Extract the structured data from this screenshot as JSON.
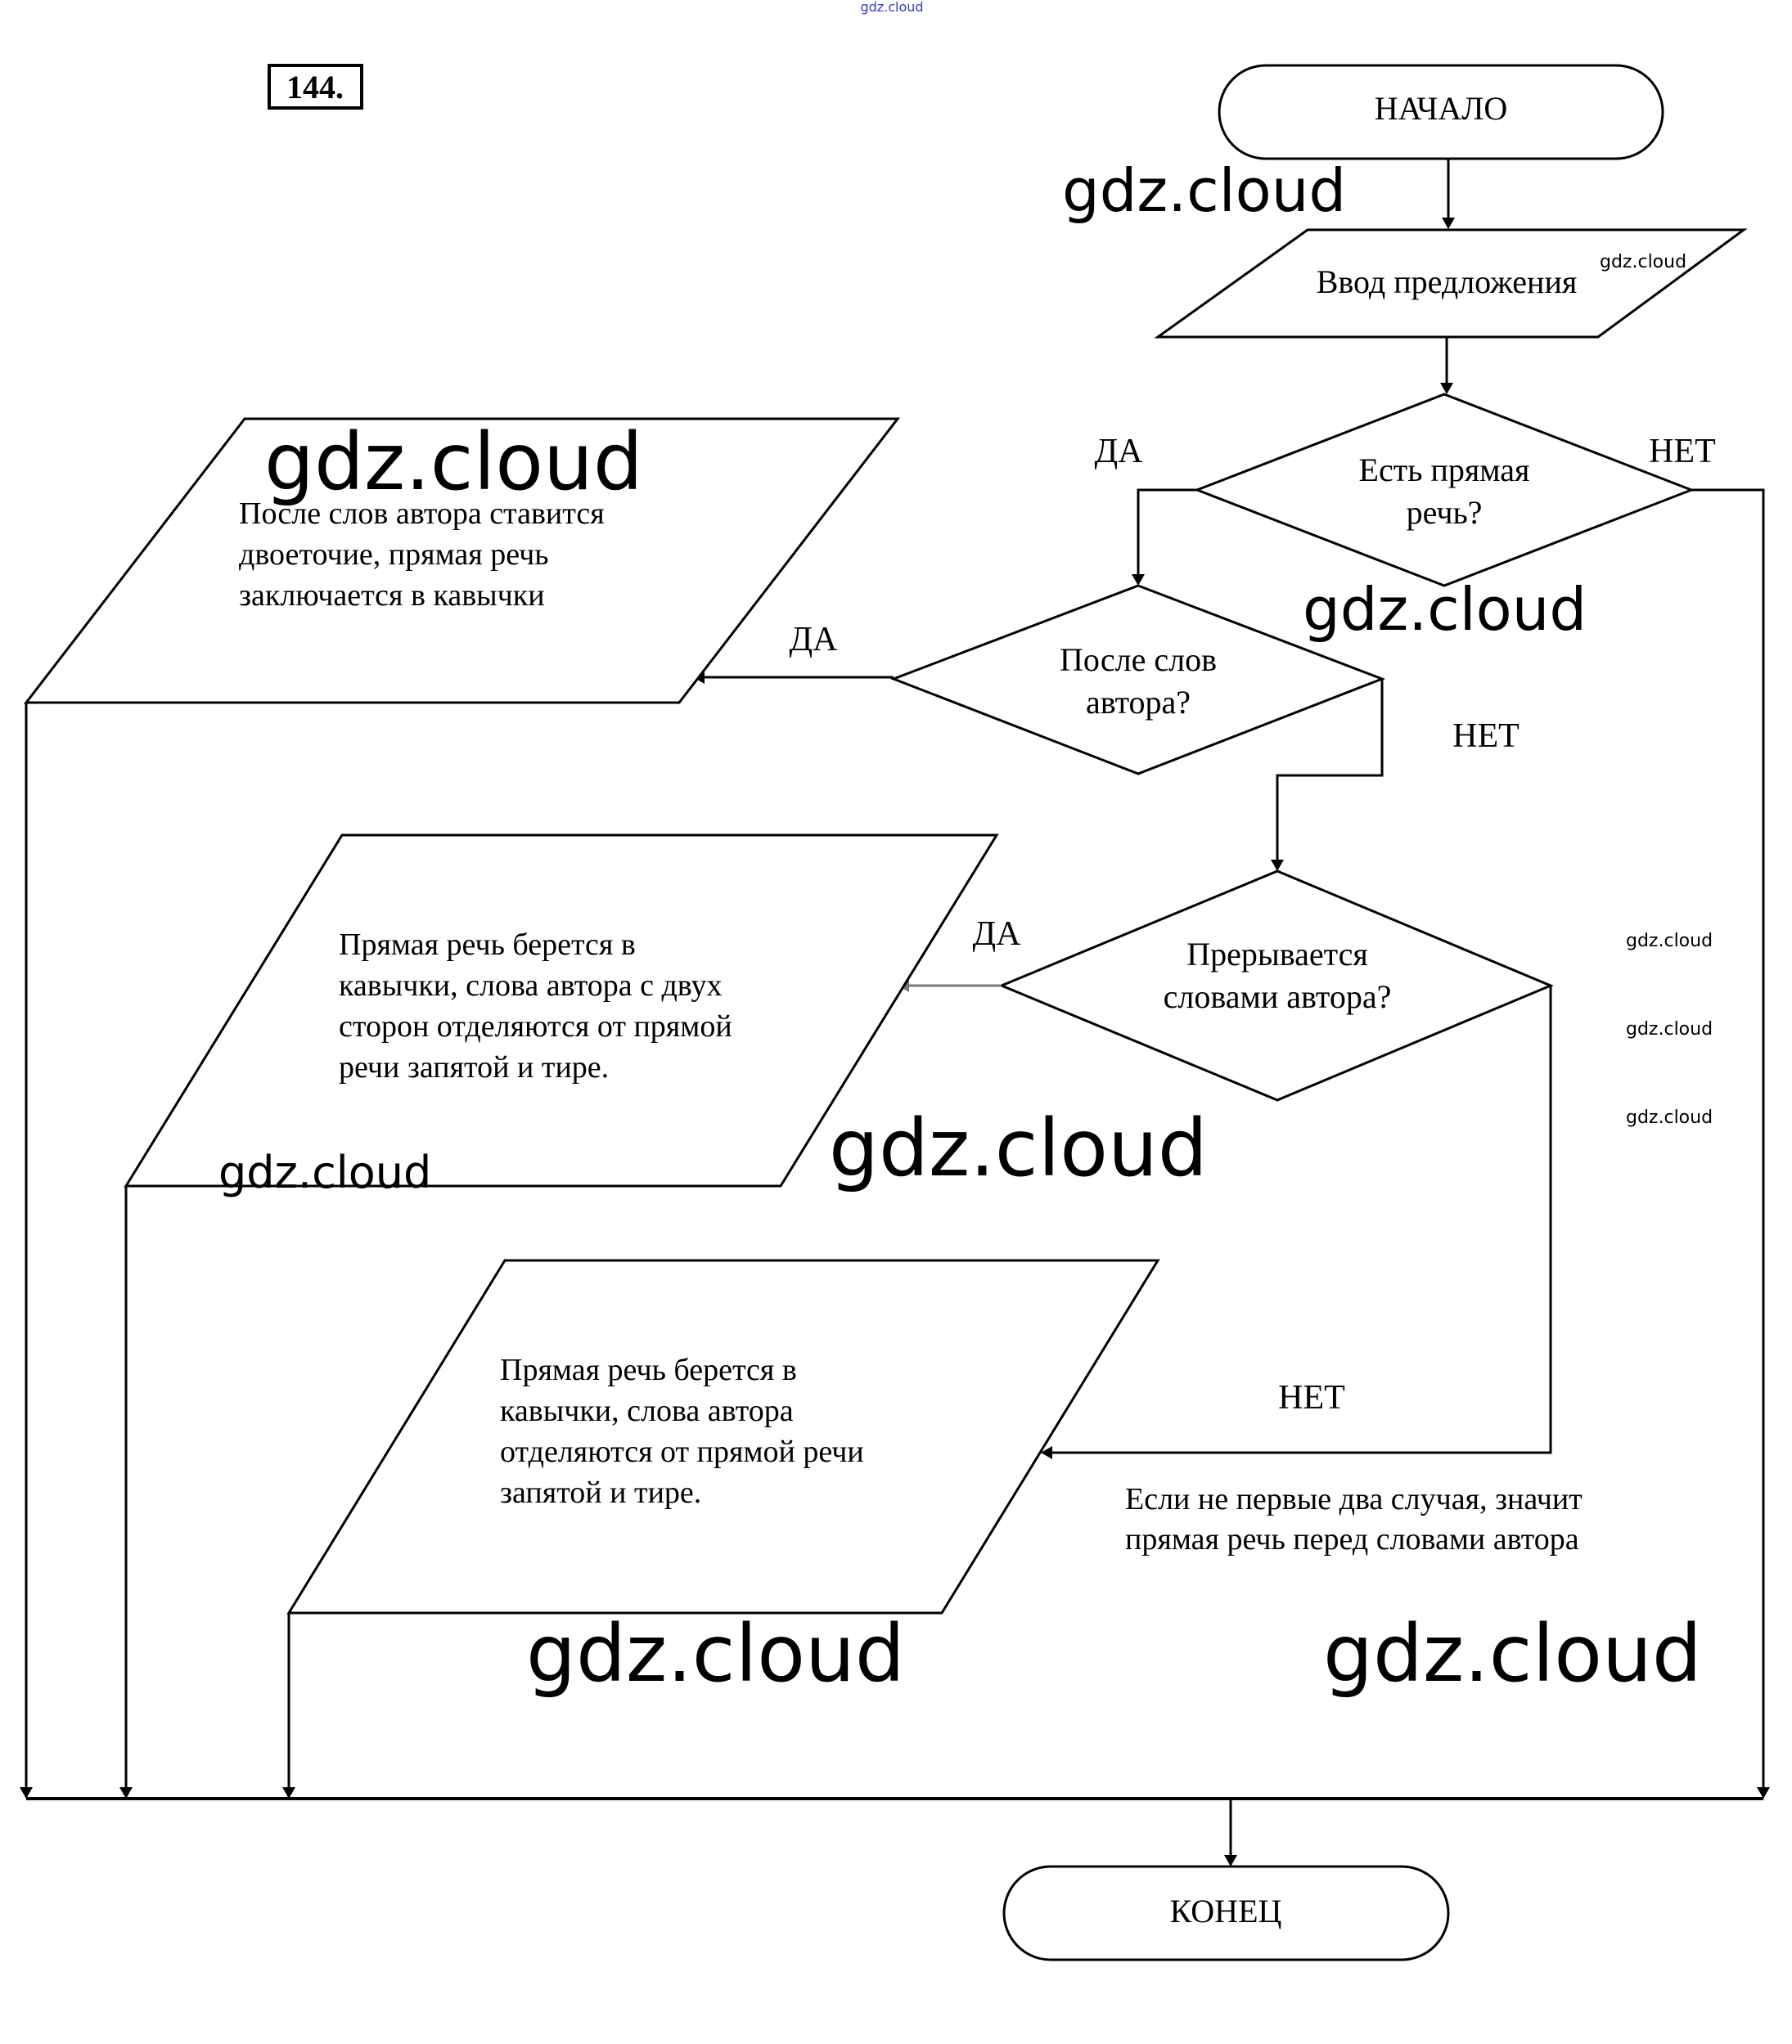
{
  "exercise_number": "144.",
  "flowchart": {
    "start": "НАЧАЛО",
    "input": "Ввод предложения",
    "decision_1": {
      "lines": [
        "Есть прямая",
        "речь?"
      ],
      "yes": "ДА",
      "no": "НЕТ"
    },
    "decision_2": {
      "lines": [
        "После слов",
        "автора?"
      ],
      "yes": "ДА",
      "no": "НЕТ"
    },
    "decision_3": {
      "lines": [
        "Прерывается",
        "словами автора?"
      ],
      "yes": "ДА",
      "no": "НЕТ"
    },
    "output_1": {
      "lines": [
        "После слов автора ставится",
        "двоеточие, прямая речь",
        "заключается в кавычки"
      ]
    },
    "output_2": {
      "lines": [
        "Прямая речь берется в",
        "кавычки, слова автора с двух",
        "сторон отделяются от прямой",
        "речи запятой и тире."
      ]
    },
    "output_3": {
      "lines": [
        "Прямая речь берется в",
        "кавычки, слова автора",
        "отделяются от прямой речи",
        "запятой и тире."
      ]
    },
    "note": {
      "lines": [
        "Если не первые два случая, значит",
        "прямая речь перед словами автора"
      ]
    },
    "end": "КОНЕЦ"
  },
  "watermarks": {
    "text": "gdz.cloud",
    "top_small": "gdz.cloud"
  }
}
